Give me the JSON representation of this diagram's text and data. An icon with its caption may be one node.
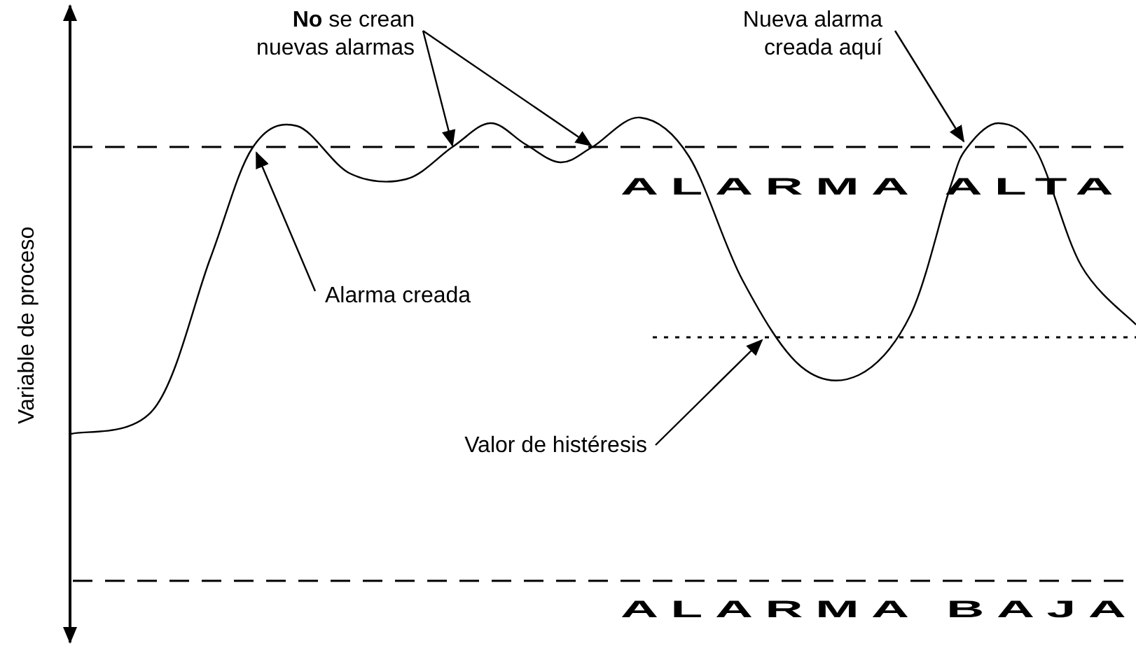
{
  "diagram": {
    "nodes": [
      {
        "text": [
          "**No** se crean nuevas alarmas"
        ]
      },
      {
        "text": [
          "Nueva alarma creada aquí"
        ]
      },
      {
        "text": [
          "Alarma creada"
        ]
      },
      {
        "text": [
          "Valor de histéresis"
        ]
      }
    ],
    "edges": [
      {
        "from": 0,
        "to": null,
        "arrow": "to"
      },
      {
        "from": 0,
        "to": null,
        "arrow": "to"
      },
      {
        "from": 1,
        "to": null,
        "arrow": "to"
      },
      {
        "from": 2,
        "to": null,
        "arrow": "to"
      },
      {
        "from": 3,
        "to": null,
        "arrow": "to"
      }
    ],
    "labels": [
      "Variable de proceso",
      "ALARMA ALTA",
      "ALARMA BAJA"
    ]
  }
}
